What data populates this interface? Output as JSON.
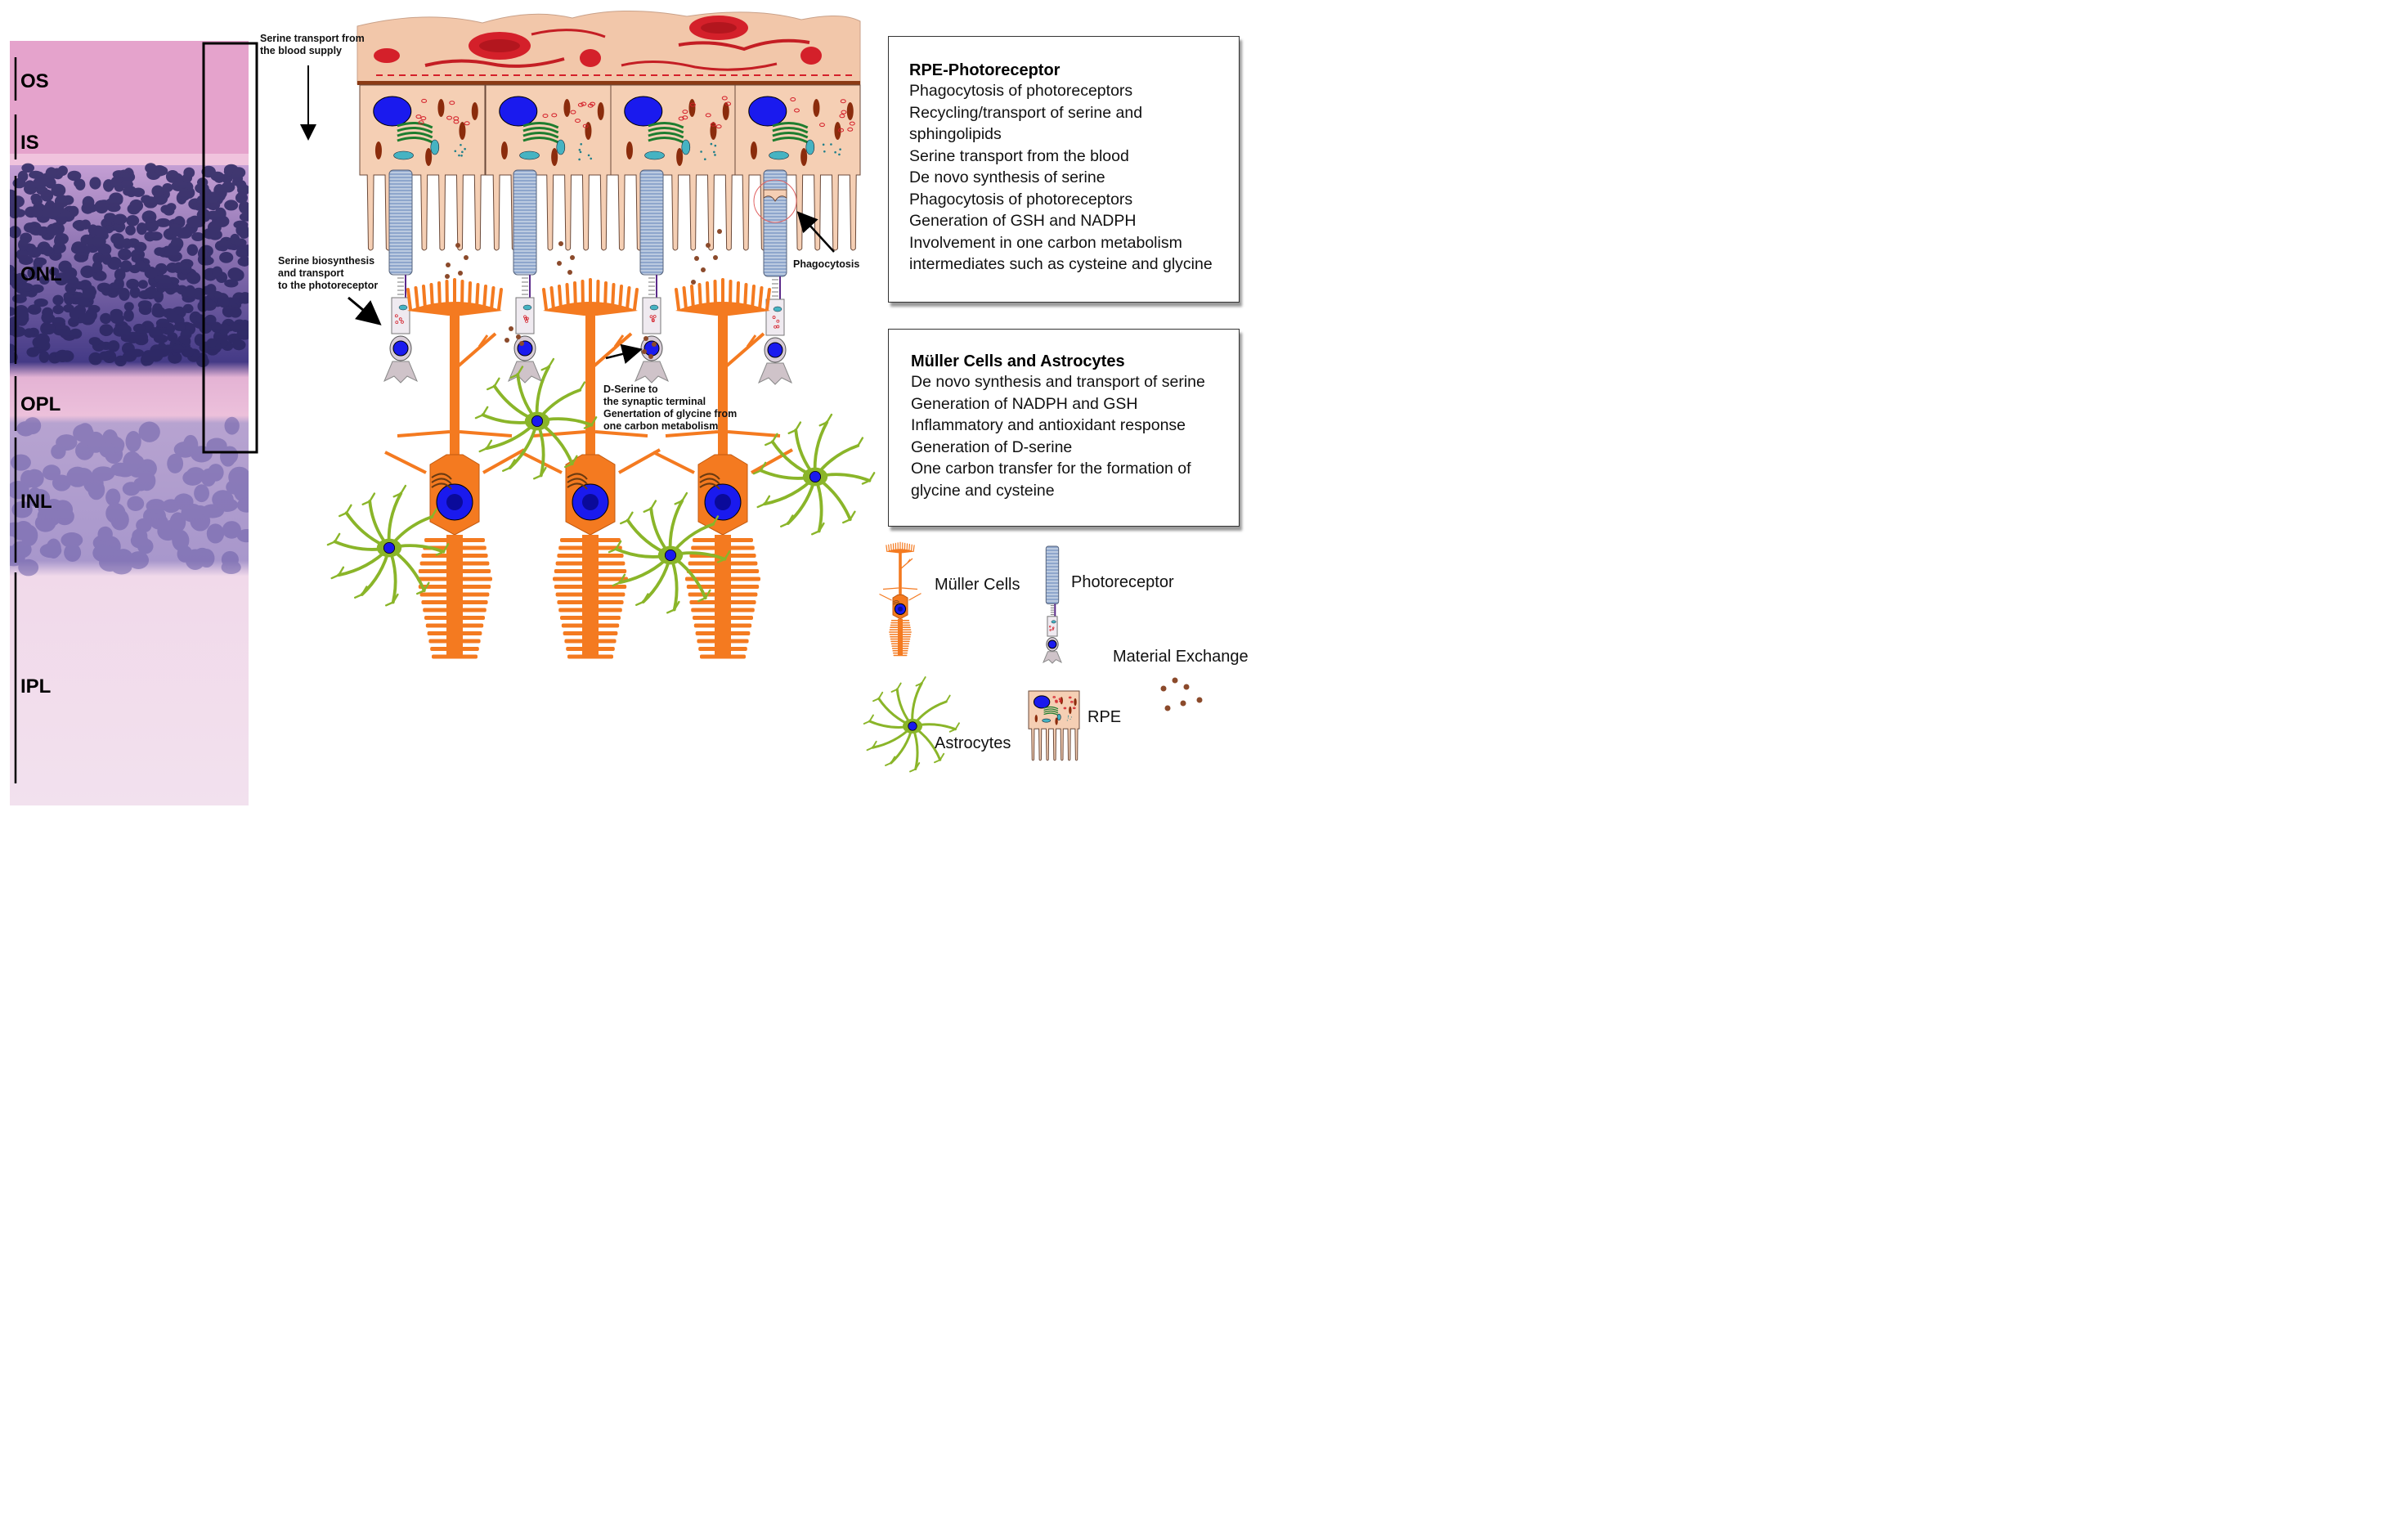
{
  "histology": {
    "layers": [
      "OS",
      "IS",
      "ONL",
      "OPL",
      "INL",
      "IPL"
    ]
  },
  "annotations": {
    "blood_supply": "Serine transport from the blood supply",
    "biosynthesis": [
      "Serine biosynthesis",
      "and transport",
      "to the photoreceptor"
    ],
    "phagocytosis": "Phagocytosis",
    "dserine": [
      "D-Serine to",
      "the synaptic terminal",
      "Genertation of glycine from",
      "one carbon metabolism"
    ]
  },
  "rpe_box": {
    "title": "RPE-Photoreceptor",
    "items": [
      "Phagocytosis of photoreceptors",
      "Recycling/transport of serine and",
      "sphingolipids",
      "Serine transport from the blood",
      "De novo synthesis of serine",
      "Phagocytosis of photoreceptors",
      "Generation of GSH and NADPH",
      "Involvement in one carbon metabolism",
      "intermediates such as cysteine and glycine"
    ]
  },
  "muller_box": {
    "title": "Müller Cells and Astrocytes",
    "items": [
      "De novo synthesis and transport of serine",
      "Generation of NADPH and GSH",
      "Inflammatory and antioxidant response",
      "Generation of D-serine",
      "One carbon transfer for the formation of",
      "glycine and cysteine"
    ]
  },
  "legend": {
    "muller": "Müller Cells",
    "photoreceptor": "Photoreceptor",
    "material": "Material Exchange",
    "astrocytes": "Astrocytes",
    "rpe": "RPE"
  },
  "colors": {
    "muller": "#f47a20",
    "astrocyte": "#8ab529",
    "rpe": "#f5cfb4",
    "nucleus": "#1a1aee",
    "photoreceptor": "#8ea6cc",
    "vessel": "#c41e24",
    "exchange": "#8b4a2b"
  }
}
